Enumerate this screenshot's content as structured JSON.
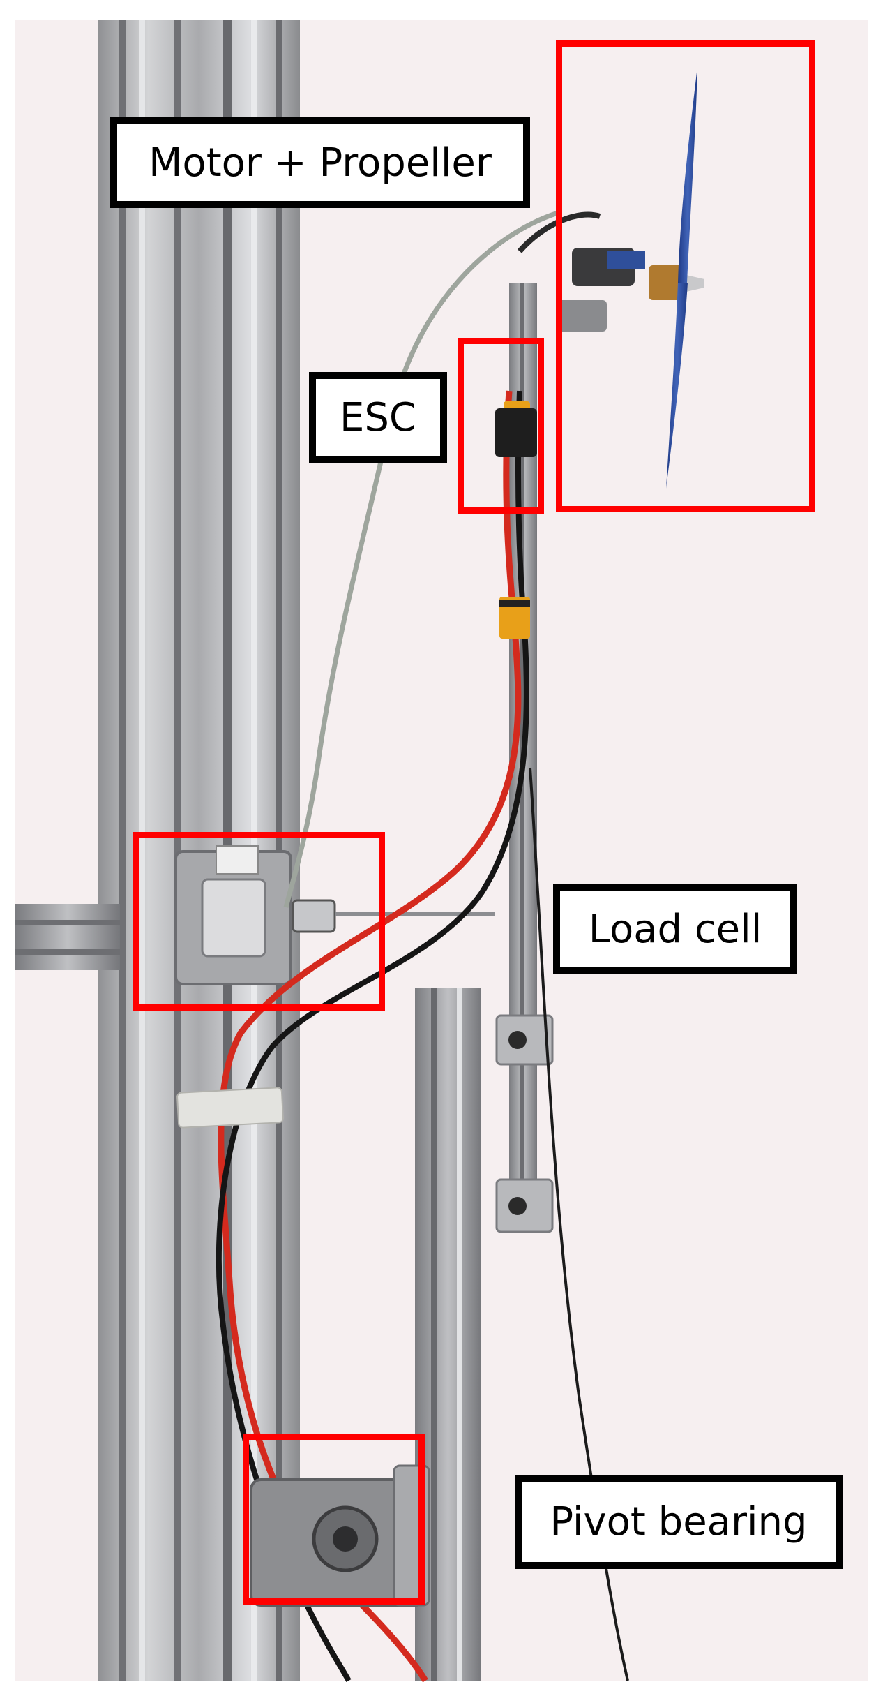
{
  "labels": {
    "motor_propeller": "Motor + Propeller",
    "esc": "ESC",
    "load_cell": "Load cell",
    "pivot_bearing": "Pivot bearing"
  },
  "colors": {
    "highlight_box": "#ff0000",
    "label_border": "#000000",
    "background": "#f6eff0",
    "propeller": "#2c4a9a",
    "wire_red": "#d42a1e",
    "wire_black": "#151515"
  }
}
